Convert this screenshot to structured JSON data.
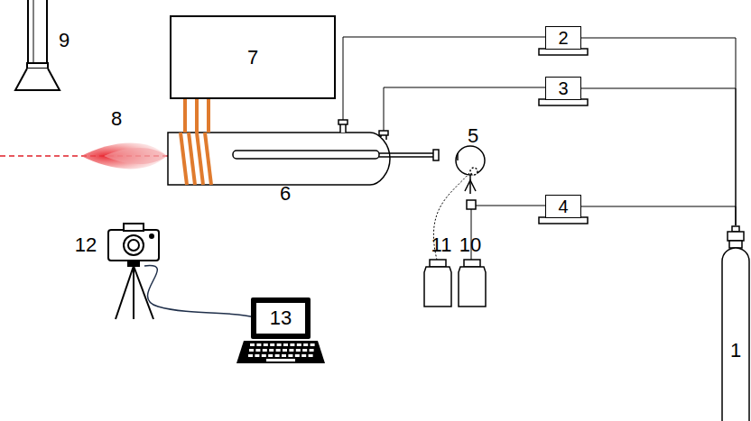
{
  "diagram": {
    "nodes": [
      {
        "text": [
          "7"
        ]
      },
      {
        "text": [
          "2"
        ]
      },
      {
        "text": [
          "3"
        ]
      },
      {
        "text": [
          "4"
        ]
      },
      {
        "text": [
          "1"
        ]
      }
    ],
    "edges": [
      {
        "from": 1,
        "to": 4,
        "arrow": "none"
      },
      {
        "from": 2,
        "to": 4,
        "arrow": "none"
      },
      {
        "from": 3,
        "to": 4,
        "arrow": "none"
      }
    ],
    "labels": [
      "9",
      "8",
      "6",
      "5",
      "11",
      "10",
      "12",
      "13"
    ]
  }
}
